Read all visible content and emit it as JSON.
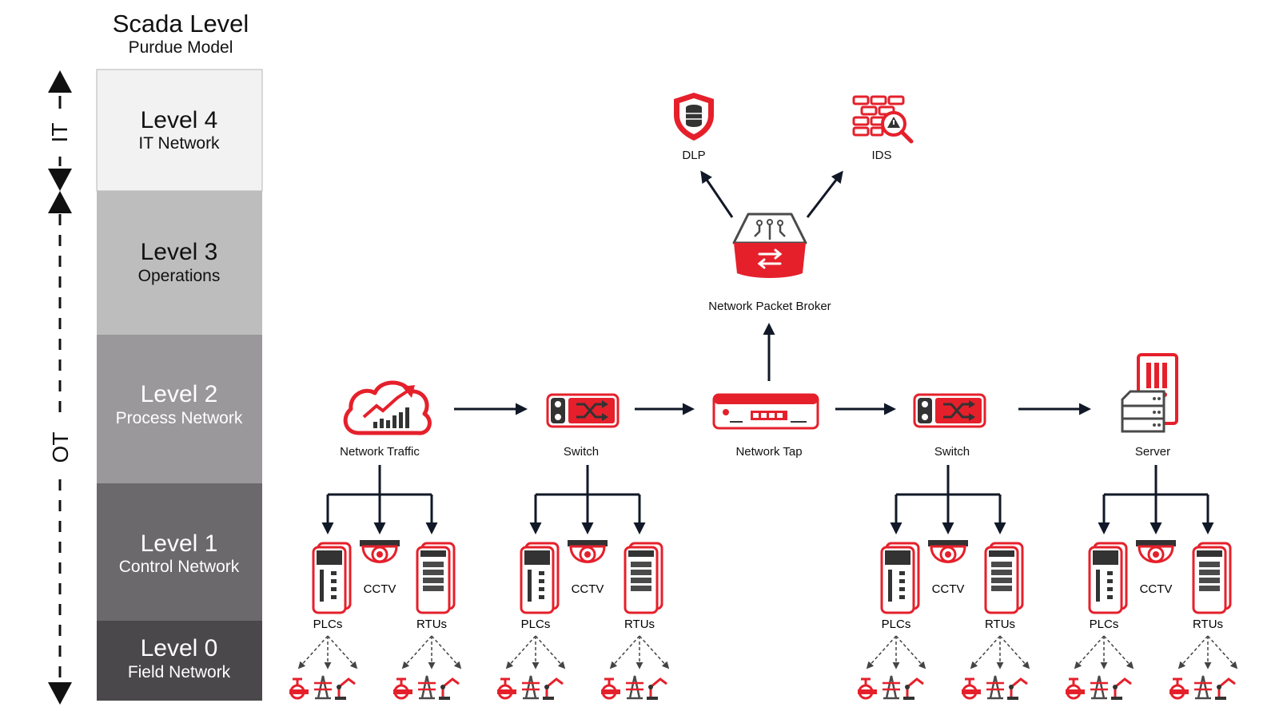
{
  "header": {
    "title": "Scada Level",
    "subtitle": "Purdue Model"
  },
  "levels": [
    {
      "level": "Level 4",
      "name": "IT Network",
      "fill": "#f2f2f2",
      "text_color": "#111111"
    },
    {
      "level": "Level 3",
      "name": "Operations",
      "fill": "#bebdbe",
      "text_color": "#111111"
    },
    {
      "level": "Level 2",
      "name": "Process Network",
      "fill": "#9a989a",
      "text_color": "#ffffff"
    },
    {
      "level": "Level 1",
      "name": "Control Network",
      "fill": "#6b696b",
      "text_color": "#ffffff"
    },
    {
      "level": "Level 0",
      "name": "Field Network",
      "fill": "#4a484a",
      "text_color": "#ffffff"
    }
  ],
  "zones": {
    "it": "IT",
    "ot": "OT"
  },
  "nodes": {
    "traffic": {
      "label": "Network Traffic",
      "icon": "cloud-chart-icon"
    },
    "switch1": {
      "label": "Switch",
      "icon": "switch-icon"
    },
    "tap": {
      "label": "Network Tap",
      "icon": "network-tap-icon"
    },
    "switch2": {
      "label": "Switch",
      "icon": "switch-icon"
    },
    "server": {
      "label": "Server",
      "icon": "server-icon"
    },
    "broker": {
      "label": "Network Packet Broker",
      "icon": "packet-broker-icon"
    },
    "dlp": {
      "label": "DLP",
      "icon": "shield-database-icon"
    },
    "ids": {
      "label": "IDS",
      "icon": "firewall-search-icon"
    }
  },
  "devices": {
    "plc": "PLCs",
    "cctv": "CCTV",
    "rtu": "RTUs"
  },
  "colors": {
    "accent": "#e5202b",
    "dark": "#111827",
    "icon_gray": "#4a4a4a"
  }
}
